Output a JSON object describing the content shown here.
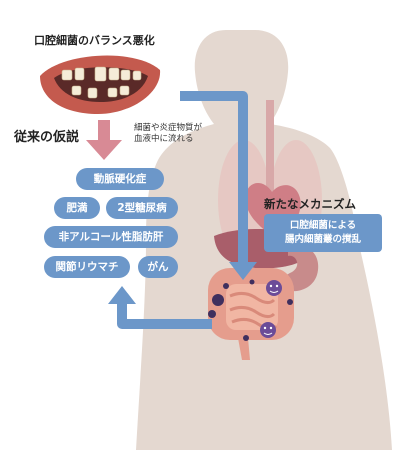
{
  "title": "口腔細菌のバランス悪化",
  "old_hypothesis": "従来の仮説",
  "note_line1": "細菌や炎症物質が",
  "note_line2": "血液中に流れる",
  "diseases": [
    "動脈硬化症",
    "肥満",
    "2型糖尿病",
    "非アルコール性脂肪肝",
    "関節リウマチ",
    "がん"
  ],
  "new_mechanism": "新たなメカニズム",
  "mechanism_line1": "口腔細菌による",
  "mechanism_line2": "腸内細菌叢の撹乱",
  "colors": {
    "accent_blue": "#6c97c9",
    "arrow_pink": "#d88a95",
    "body": "#e4d8d0",
    "gum": "#c45a4e"
  }
}
